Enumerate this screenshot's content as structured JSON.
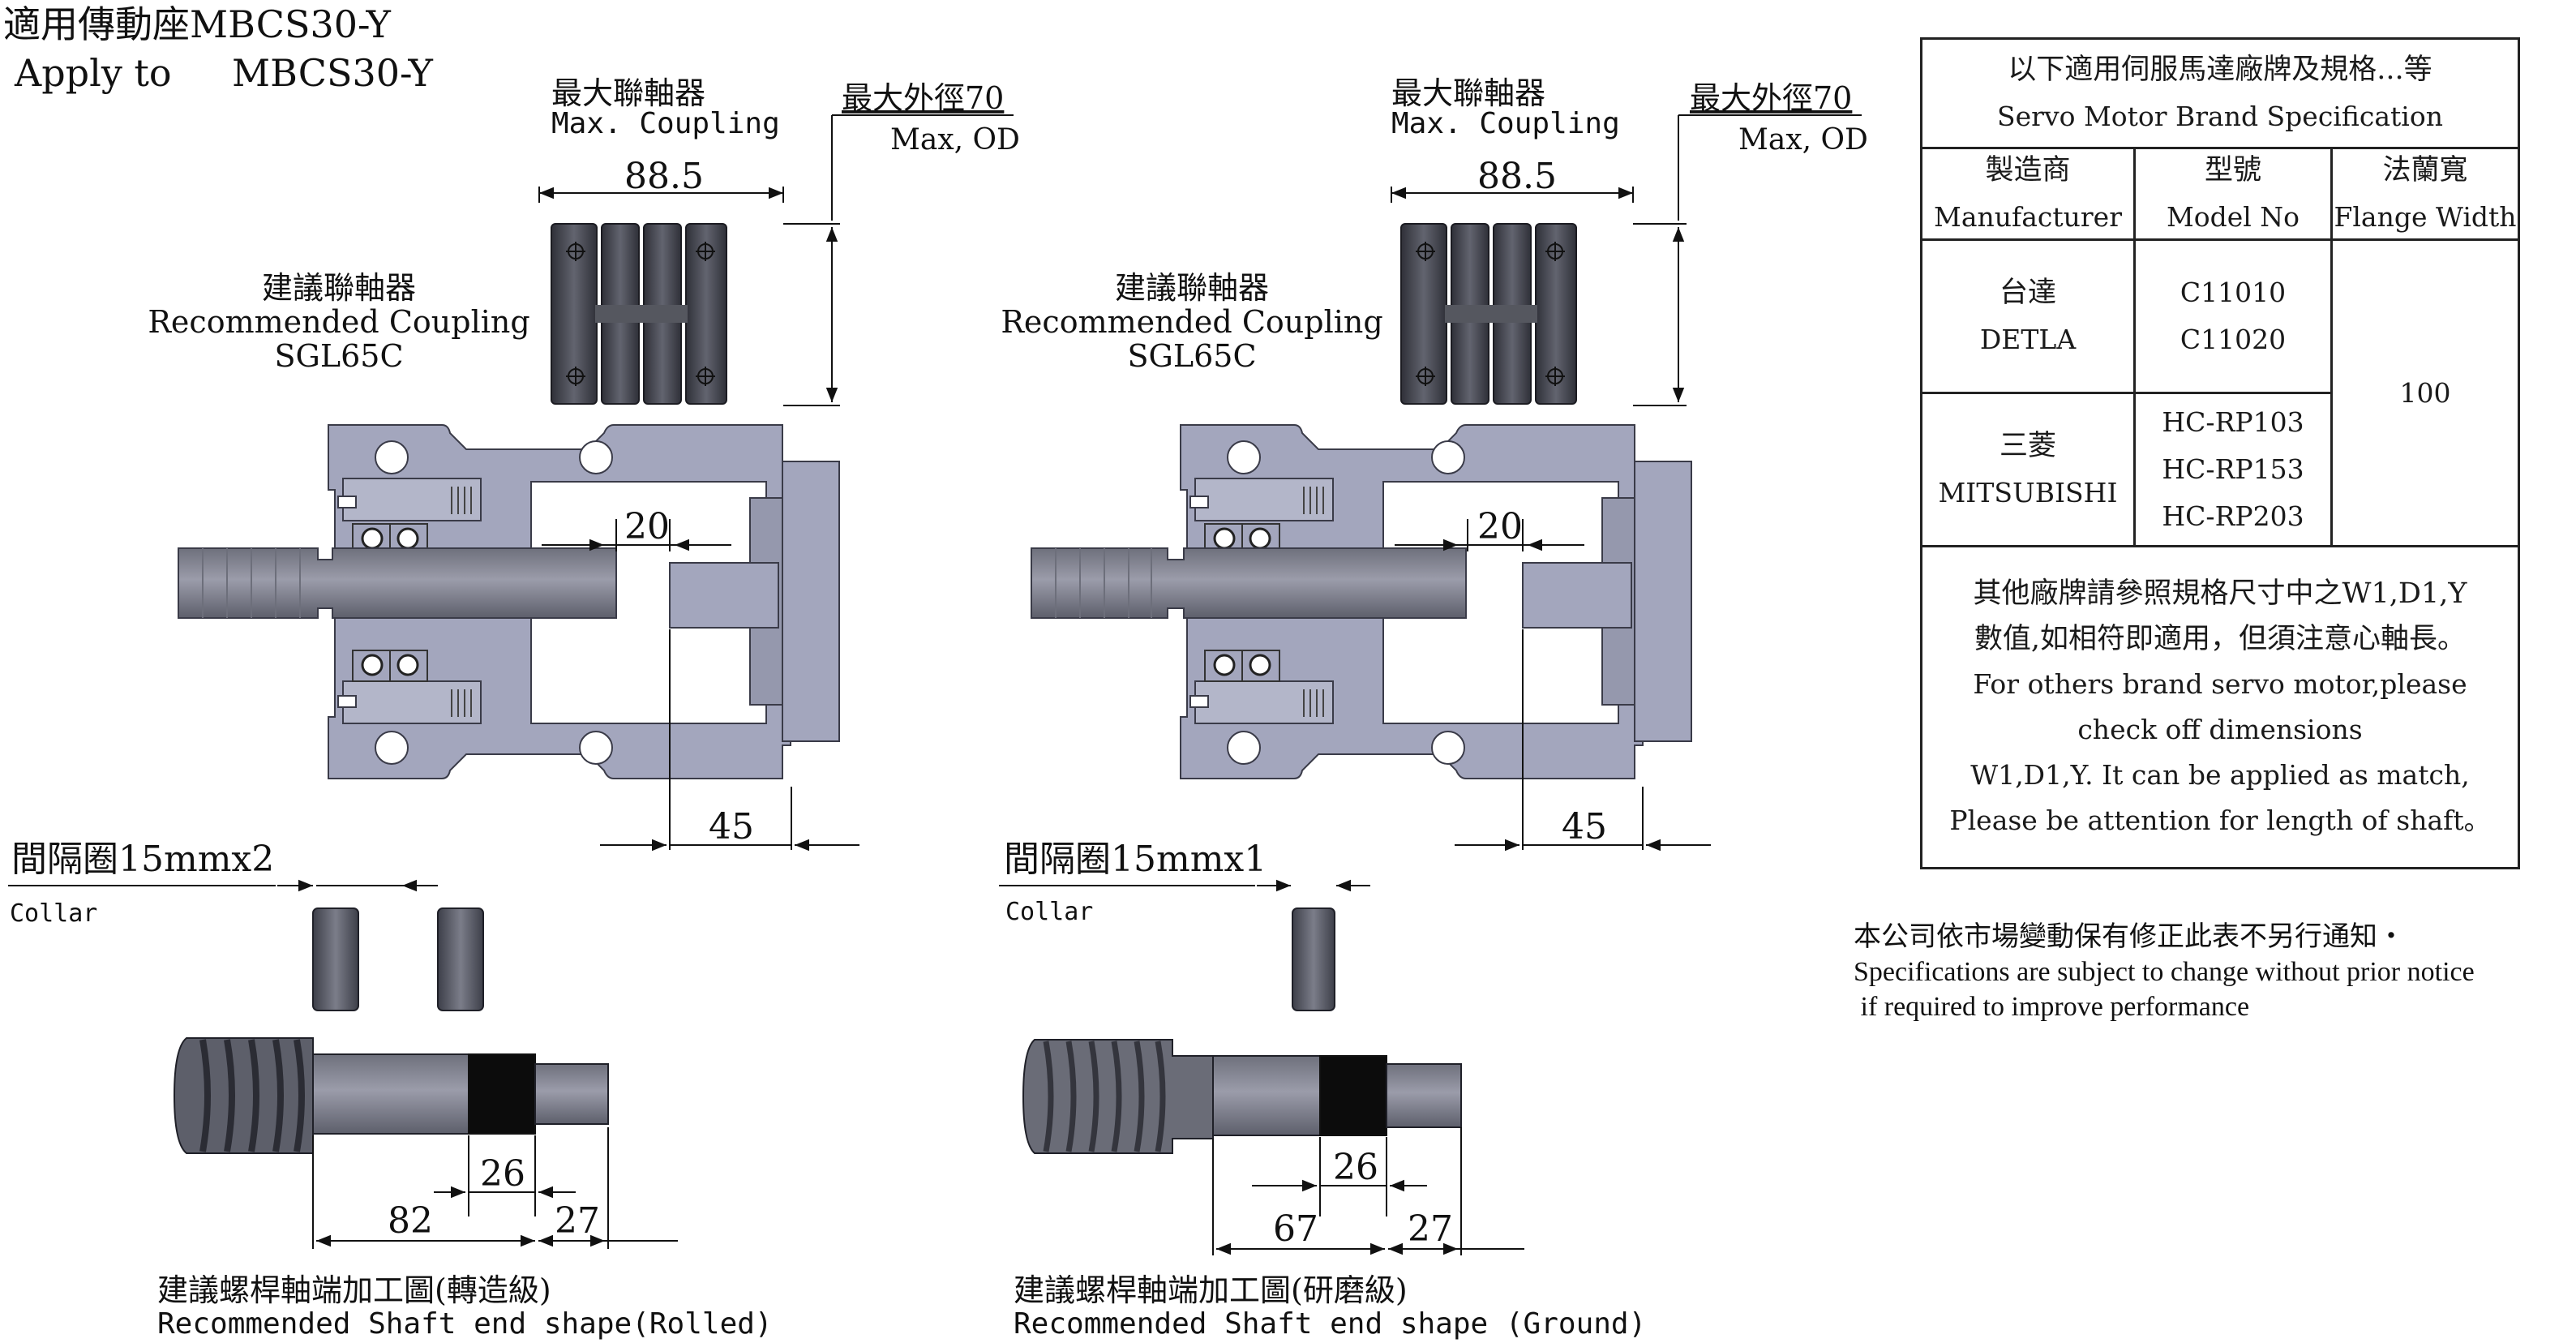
{
  "header": {
    "title_cn": "適用傳動座MBCS30-Y",
    "title_en_prefix": "Apply to",
    "title_en_model": "MBCS30-Y"
  },
  "left_assembly": {
    "max_coupling_cn": "最大聯軸器",
    "max_coupling_en": "Max. Coupling",
    "max_od_cn": "最大外徑70",
    "max_od_en": "Max, OD",
    "dim_coupling_length": "88.5",
    "rec_coupling_cn": "建議聯軸器",
    "rec_coupling_en": "Recommended Coupling",
    "rec_coupling_model": "SGL65C",
    "dim_gap": "20",
    "dim_bottom": "45",
    "collar_cn": "間隔圈15mmx2",
    "collar_en": "Collar",
    "dim_shaft_26": "26",
    "dim_shaft_total": "82",
    "dim_shaft_27": "27",
    "caption_cn": "建議螺桿軸端加工圖(轉造級)",
    "caption_en": "Recommended Shaft end shape(Rolled)"
  },
  "right_assembly": {
    "max_coupling_cn": "最大聯軸器",
    "max_coupling_en": "Max. Coupling",
    "max_od_cn": "最大外徑70",
    "max_od_en": "Max, OD",
    "dim_coupling_length": "88.5",
    "rec_coupling_cn": "建議聯軸器",
    "rec_coupling_en": "Recommended Coupling",
    "rec_coupling_model": "SGL65C",
    "dim_gap": "20",
    "dim_bottom": "45",
    "collar_cn": "間隔圈15mmx1",
    "collar_en": "Collar",
    "dim_shaft_26": "26",
    "dim_shaft_total": "67",
    "dim_shaft_27": "27",
    "caption_cn": "建議螺桿軸端加工圖(研磨級)",
    "caption_en": "Recommended Shaft end shape (Ground)"
  },
  "spec_table": {
    "title_cn": "以下適用伺服馬達廠牌及規格...等",
    "title_en": "Servo Motor Brand Specification",
    "headers": [
      {
        "cn": "製造商",
        "en": "Manufacturer"
      },
      {
        "cn": "型號",
        "en": "Model No"
      },
      {
        "cn": "法蘭寬",
        "en": "Flange Width"
      }
    ],
    "rows": [
      {
        "maker_cn": "台達",
        "maker_en": "DETLA",
        "models": [
          "C11010",
          "C11020"
        ]
      },
      {
        "maker_cn": "三菱",
        "maker_en": "MITSUBISHI",
        "models": [
          "HC-RP103",
          "HC-RP153",
          "HC-RP203"
        ]
      }
    ],
    "flange_width": "100",
    "note_lines": [
      "其他廠牌請參照規格尺寸中之W1,D1,Y",
      "數值,如相符即適用，但須注意心軸長。",
      "For others brand servo motor,please",
      "check off dimensions",
      "W1,D1,Y. It can be applied as match,",
      "Please be attention for length of shaft。"
    ]
  },
  "notice": {
    "cn": "本公司依市場變動保有修正此表不另行通知・",
    "en_line1": "Specifications are subject to change without prior notice",
    "en_line2": " if required to improve performance"
  },
  "colors": {
    "housing": "#a3a6bd",
    "coupling": "#4a4c58",
    "shaft": "#8e8f9c",
    "thread": "#0c0c0c"
  }
}
